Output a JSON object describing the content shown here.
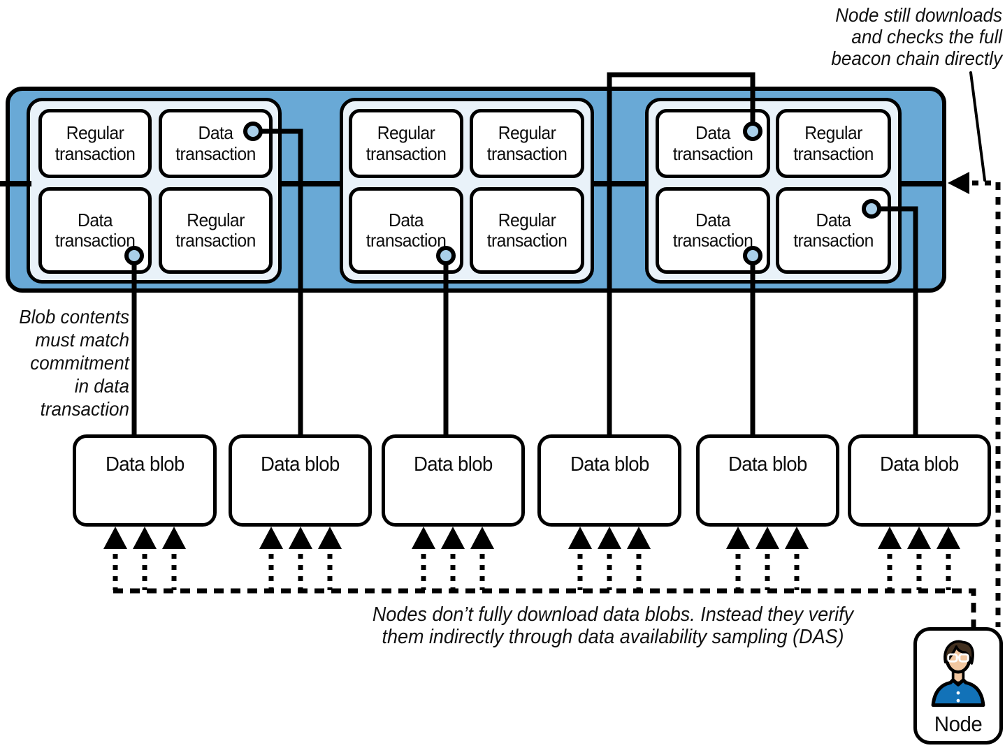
{
  "annotations": {
    "top_right_lines": [
      "Node still downloads",
      "and checks the full",
      "beacon chain directly"
    ],
    "left_lines": [
      "Blob contents",
      "must match",
      "commitment",
      "in data",
      "transaction"
    ],
    "bottom_lines": [
      "Nodes don’t fully download data blobs. Instead they verify",
      "them indirectly through data availability sampling (DAS)"
    ]
  },
  "blocks": [
    {
      "name": "block-1",
      "transactions": [
        {
          "label": "Regular transaction",
          "type": "regular"
        },
        {
          "label": "Data transaction",
          "type": "data",
          "blob_link": "right"
        },
        {
          "label": "Data transaction",
          "type": "data",
          "blob_link": "bottom"
        },
        {
          "label": "Regular transaction",
          "type": "regular"
        }
      ]
    },
    {
      "name": "block-2",
      "transactions": [
        {
          "label": "Regular transaction",
          "type": "regular"
        },
        {
          "label": "Regular transaction",
          "type": "regular"
        },
        {
          "label": "Data transaction",
          "type": "data",
          "blob_link": "bottom"
        },
        {
          "label": "Regular transaction",
          "type": "regular"
        }
      ]
    },
    {
      "name": "block-3",
      "transactions": [
        {
          "label": "Data transaction",
          "type": "data",
          "blob_link": "top"
        },
        {
          "label": "Regular transaction",
          "type": "regular"
        },
        {
          "label": "Data transaction",
          "type": "data",
          "blob_link": "bottom"
        },
        {
          "label": "Data transaction",
          "type": "data",
          "blob_link": "right"
        }
      ]
    }
  ],
  "blobs": [
    {
      "label": "Data blob"
    },
    {
      "label": "Data blob"
    },
    {
      "label": "Data blob"
    },
    {
      "label": "Data blob"
    },
    {
      "label": "Data blob"
    },
    {
      "label": "Data blob"
    }
  ],
  "node": {
    "label": "Node",
    "icon": "person-icon"
  },
  "icons": {
    "chain_arrow": "arrow-left-icon",
    "das_arrows": "arrow-up-icon",
    "commitment_marker": "circle-marker-icon"
  },
  "colors": {
    "block_fill": "#69a9d6",
    "panel_fill": "#e9f2f9",
    "marker_fill": "#a9cfe9",
    "line": "#000000",
    "node_shirt": "#1272b8"
  }
}
